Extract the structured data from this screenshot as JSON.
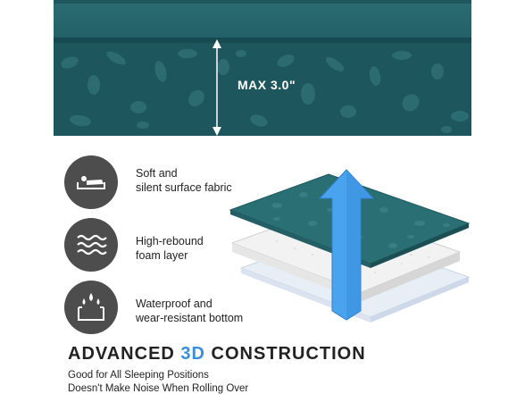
{
  "hero": {
    "thickness_label": "MAX 3.0\""
  },
  "features": [
    {
      "icon": "person-lying-icon",
      "line1": "Soft and",
      "line2": "silent surface fabric"
    },
    {
      "icon": "waves-icon",
      "line1": "High-rebound",
      "line2": "foam layer"
    },
    {
      "icon": "water-drops-icon",
      "line1": "Waterproof and",
      "line2": "wear-resistant bottom"
    }
  ],
  "headline": {
    "part1": "ADVANCED ",
    "accent": "3D",
    "part2": " CONSTRUCTION"
  },
  "subtitles": {
    "line1": "Good for All Sleeping Positions",
    "line2": "Doesn't Make Noise When Rolling Over"
  },
  "colors": {
    "fabric": "#1f5c63",
    "accent": "#3b8fd9",
    "icon_bg": "#4d4d4d"
  }
}
